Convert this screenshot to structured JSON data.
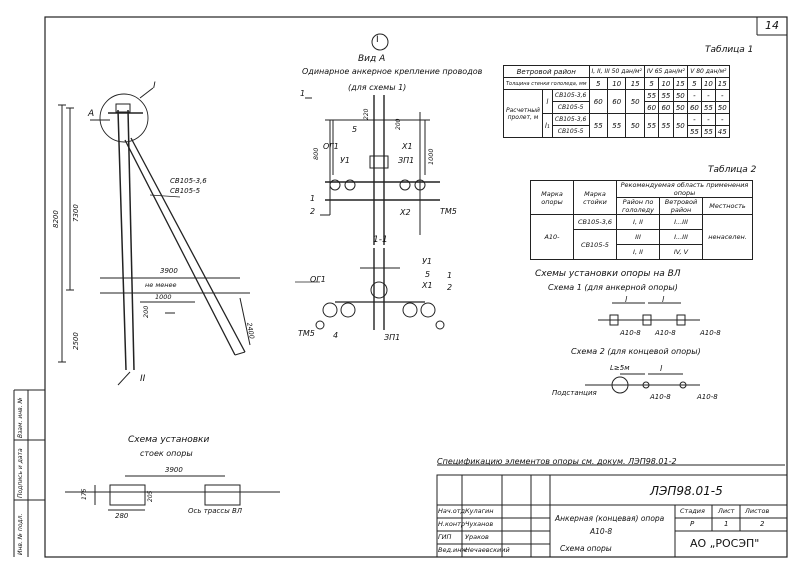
{
  "sheet_number": "14",
  "marker_circle": "I",
  "roman_ii": "II",
  "view_a": {
    "title": "Вид А",
    "subtitle": "Одинарное анкерное крепление проводов",
    "subtitle2": "(для схемы 1)",
    "section_mark": "1",
    "labels": [
      "5",
      "ОГ1",
      "У1",
      "X1",
      "ЗП1",
      "1",
      "2",
      "ТМ5",
      "Х2",
      "220",
      "200",
      "1000",
      "800"
    ]
  },
  "section_11": {
    "title": "1-1",
    "labels": [
      "ОГ1",
      "У1",
      "5",
      "X1",
      "1",
      "2",
      "ТМ5",
      "4",
      "ЗП1"
    ]
  },
  "pole_drawing": {
    "label_a": "А",
    "label_i": "I",
    "strut_marks": [
      "СВ105-3,6",
      "СВ105-5"
    ],
    "dims": [
      "8200",
      "7300",
      "3900",
      "не менее",
      "1000",
      "2500",
      "200",
      "2400"
    ]
  },
  "table1": {
    "title": "Таблица 1",
    "header": [
      "Ветровой район",
      "I, II, III 50 дан/м²",
      "IV 65 дан/м²",
      "V 80 дан/м²"
    ],
    "row_thickness": {
      "label": "Толщина стенки гололеда, мм",
      "values": [
        "5",
        "10",
        "15",
        "5",
        "10",
        "15",
        "5",
        "10",
        "15"
      ]
    },
    "span_label": "Расчетный пролет, м",
    "l_label": "l",
    "l1_label": "l₁",
    "rows": [
      {
        "mark": "СВ105-3,6",
        "values": [
          "60",
          "60",
          "50",
          "55",
          "55",
          "50",
          "-",
          "-",
          "-"
        ]
      },
      {
        "mark": "СВ105-5",
        "values": [
          "",
          "",
          "",
          "60",
          "60",
          "50",
          "60",
          "55",
          "50"
        ]
      },
      {
        "mark": "СВ105-3,6",
        "values": [
          "55",
          "55",
          "50",
          "55",
          "55",
          "50",
          "-",
          "-",
          "-"
        ]
      },
      {
        "mark": "СВ105-5",
        "values": [
          "",
          "",
          "",
          "",
          "",
          "",
          "55",
          "55",
          "45"
        ]
      }
    ]
  },
  "table2": {
    "title": "Таблица 2",
    "header": [
      "Марка опоры",
      "Марка стойки",
      "Рекомендуемая область применения опоры"
    ],
    "subheader": [
      "Район по гололеду",
      "Ветровой район",
      "Местность"
    ],
    "pole_mark": "А10-",
    "rows": [
      {
        "stand": "СВ105-3,6",
        "ice": "I, II",
        "wind": "I...III"
      },
      {
        "stand": "СВ105-5",
        "ice": "III",
        "wind": "I...III"
      },
      {
        "stand": "",
        "ice": "I, II",
        "wind": "IV, V"
      }
    ],
    "terrain": "ненаселен."
  },
  "schemes": {
    "title": "Схемы установки опоры на ВЛ",
    "scheme1": "Схема 1 (для анкерной опоры)",
    "scheme2": "Схема 2 (для концевой опоры)",
    "pole_label": "А10-8",
    "l": "l",
    "l5": "L≥5м",
    "substation": "Подстанция"
  },
  "stand_scheme": {
    "title": "Схема установки",
    "subtitle": "стоек опоры",
    "dims": [
      "3900",
      "175",
      "205",
      "280"
    ],
    "axis": "Ось трассы ВЛ"
  },
  "spec_note": "Спецификацию элементов опоры см. докум. ЛЭП98.01-2",
  "title_block": {
    "doc_code": "ЛЭП98.01-5",
    "rows": [
      {
        "role": "Нач.отд",
        "name": "Кулагин"
      },
      {
        "role": "Н.контр",
        "name": "Чуханов"
      },
      {
        "role": "ГИП",
        "name": "Ураков"
      },
      {
        "role": "Вед.инж",
        "name": "Нечаевскиий"
      }
    ],
    "description1": "Анкерная (концевая) опора",
    "description2": "А10-8",
    "description3": "Схема опоры",
    "stage_head": "Стадия",
    "sheet_head": "Лист",
    "sheets_head": "Листов",
    "stage": "Р",
    "sheet": "1",
    "sheets": "2",
    "org": "АО „РОСЭП\""
  },
  "side_labels": [
    "Взам. инв. №",
    "Подпись и дата",
    "Инв. № подл."
  ]
}
